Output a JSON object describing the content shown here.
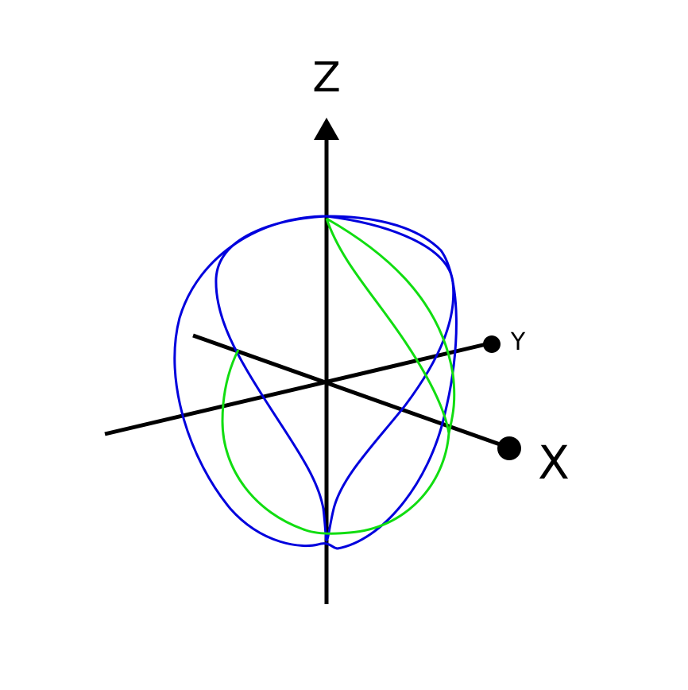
{
  "axes": {
    "z_label": "Z",
    "y_label": "Y",
    "x_label": "X",
    "color": "#000000"
  },
  "curves": [
    {
      "color": "#0000dd"
    },
    {
      "color": "#0000dd"
    },
    {
      "color": "#11dd11"
    }
  ]
}
